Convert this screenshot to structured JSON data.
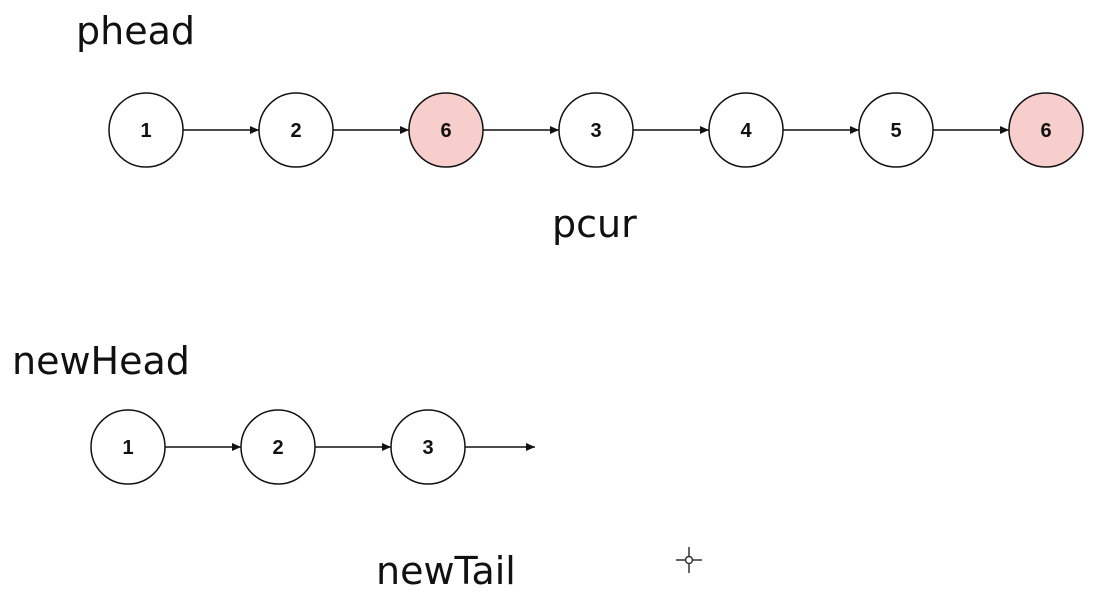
{
  "labels": {
    "phead": "phead",
    "pcur": "pcur",
    "newHead": "newHead",
    "newTail": "newTail"
  },
  "original_list": {
    "nodes": [
      {
        "value": "1",
        "highlighted": false
      },
      {
        "value": "2",
        "highlighted": false
      },
      {
        "value": "6",
        "highlighted": true
      },
      {
        "value": "3",
        "highlighted": false
      },
      {
        "value": "4",
        "highlighted": false
      },
      {
        "value": "5",
        "highlighted": false
      },
      {
        "value": "6",
        "highlighted": true
      }
    ]
  },
  "new_list": {
    "nodes": [
      {
        "value": "1",
        "highlighted": false
      },
      {
        "value": "2",
        "highlighted": false
      },
      {
        "value": "3",
        "highlighted": false
      }
    ],
    "trailing_arrow": true
  },
  "colors": {
    "node_fill": "#ffffff",
    "highlight_fill": "#f8cecc",
    "stroke": "#111111",
    "text": "#111111"
  },
  "icons": {
    "cursor": "crosshair-cursor-icon"
  }
}
